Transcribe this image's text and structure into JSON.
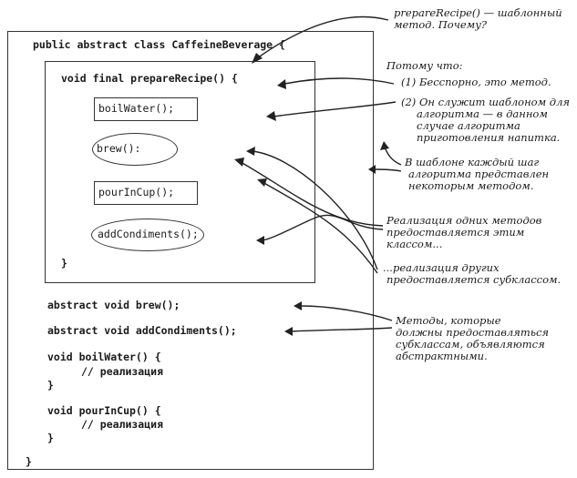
{
  "code": {
    "class_decl": "public abstract class CaffeineBeverage {",
    "method_decl": "void final prepareRecipe() {",
    "step1": "boilWater();",
    "step2": "brew():",
    "step3": "pourInCup();",
    "step4": "addCondiments();",
    "method_close": "}",
    "abstract_brew": "abstract void brew();",
    "abstract_condiments": "abstract void addCondiments();",
    "boil_decl": "void boilWater() {",
    "boil_body": "// реализация",
    "boil_close": "}",
    "pour_decl": "void pourInCup() {",
    "pour_body": "// реализация",
    "pour_close": "}",
    "class_close": "}"
  },
  "notes": {
    "n1_line1": "prepareRecipe() — шаблонный",
    "n1_line2": "метод. Почему?",
    "n2": "Потому что:",
    "n3": "(1) Бесспорно, это метод.",
    "n4_line1": "(2) Он служит шаблоном для",
    "n4_line2": "алгоритма — в данном",
    "n4_line3": "случае алгоритма",
    "n4_line4": "приготовления напитка.",
    "n5_line1": "В шаблоне каждый шаг",
    "n5_line2": "алгоритма представлен",
    "n5_line3": "некоторым методом.",
    "n6_line1": "Реализация одних методов",
    "n6_line2": "предоставляется этим",
    "n6_line3": "классом...",
    "n7_line1": "...реализация других",
    "n7_line2": "предоставляется субклассом.",
    "n8_line1": "Методы, которые",
    "n8_line2": "должны предоставляться",
    "n8_line3": "субклассам, объявляются",
    "n8_line4": "абстрактными."
  }
}
